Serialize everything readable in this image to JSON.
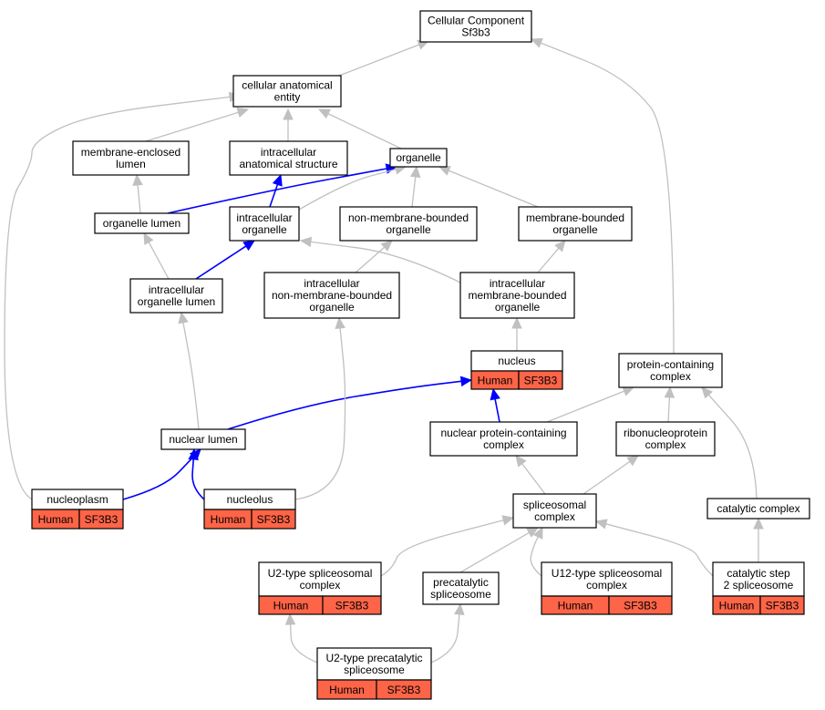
{
  "colors": {
    "is_a_edge": "#c0c0c0",
    "part_of_edge": "#0000ff",
    "annotation_fill": "#fe6447",
    "node_fill": "#ffffff",
    "node_stroke": "#000000"
  },
  "nodes": {
    "cellular_component": {
      "lines": [
        "Cellular Component",
        "Sf3b3"
      ]
    },
    "cellular_anatomical_entity": {
      "lines": [
        "cellular anatomical",
        "entity"
      ]
    },
    "membrane_enclosed_lumen": {
      "lines": [
        "membrane-enclosed",
        "lumen"
      ]
    },
    "intracellular_anatomical_structure": {
      "lines": [
        "intracellular",
        "anatomical structure"
      ]
    },
    "organelle": {
      "lines": [
        "organelle"
      ]
    },
    "organelle_lumen": {
      "lines": [
        "organelle lumen"
      ]
    },
    "intracellular_organelle": {
      "lines": [
        "intracellular",
        "organelle"
      ]
    },
    "non_membrane_bounded_organelle": {
      "lines": [
        "non-membrane-bounded",
        "organelle"
      ]
    },
    "membrane_bounded_organelle": {
      "lines": [
        "membrane-bounded",
        "organelle"
      ]
    },
    "intracellular_organelle_lumen": {
      "lines": [
        "intracellular",
        "organelle lumen"
      ]
    },
    "intracellular_non_membrane_bounded_organelle": {
      "lines": [
        "intracellular",
        "non-membrane-bounded",
        "organelle"
      ]
    },
    "intracellular_membrane_bounded_organelle": {
      "lines": [
        "intracellular",
        "membrane-bounded",
        "organelle"
      ]
    },
    "nucleus": {
      "lines": [
        "nucleus"
      ],
      "annotation": [
        "Human",
        "SF3B3"
      ]
    },
    "protein_containing_complex": {
      "lines": [
        "protein-containing",
        "complex"
      ]
    },
    "nuclear_lumen": {
      "lines": [
        "nuclear lumen"
      ]
    },
    "nuclear_protein_containing_complex": {
      "lines": [
        "nuclear protein-containing",
        "complex"
      ]
    },
    "ribonucleoprotein_complex": {
      "lines": [
        "ribonucleoprotein",
        "complex"
      ]
    },
    "nucleoplasm": {
      "lines": [
        "nucleoplasm"
      ],
      "annotation": [
        "Human",
        "SF3B3"
      ]
    },
    "nucleolus": {
      "lines": [
        "nucleolus"
      ],
      "annotation": [
        "Human",
        "SF3B3"
      ]
    },
    "spliceosomal_complex": {
      "lines": [
        "spliceosomal",
        "complex"
      ]
    },
    "catalytic_complex": {
      "lines": [
        "catalytic complex"
      ]
    },
    "u2_type_spliceosomal_complex": {
      "lines": [
        "U2-type spliceosomal",
        "complex"
      ],
      "annotation": [
        "Human",
        "SF3B3"
      ]
    },
    "precatalytic_spliceosome": {
      "lines": [
        "precatalytic",
        "spliceosome"
      ]
    },
    "u12_type_spliceosomal_complex": {
      "lines": [
        "U12-type spliceosomal",
        "complex"
      ],
      "annotation": [
        "Human",
        "SF3B3"
      ]
    },
    "catalytic_step_2_spliceosome": {
      "lines": [
        "catalytic step",
        "2 spliceosome"
      ],
      "annotation": [
        "Human",
        "SF3B3"
      ]
    },
    "u2_type_precatalytic_spliceosome": {
      "lines": [
        "U2-type precatalytic",
        "spliceosome"
      ],
      "annotation": [
        "Human",
        "SF3B3"
      ]
    }
  },
  "edges": [
    {
      "from": "cellular_anatomical_entity",
      "to": "cellular_component",
      "type": "is_a"
    },
    {
      "from": "protein_containing_complex",
      "to": "cellular_component",
      "type": "is_a"
    },
    {
      "from": "membrane_enclosed_lumen",
      "to": "cellular_anatomical_entity",
      "type": "is_a"
    },
    {
      "from": "intracellular_anatomical_structure",
      "to": "cellular_anatomical_entity",
      "type": "is_a"
    },
    {
      "from": "organelle",
      "to": "cellular_anatomical_entity",
      "type": "is_a"
    },
    {
      "from": "nucleoplasm",
      "to": "cellular_anatomical_entity",
      "type": "is_a"
    },
    {
      "from": "organelle_lumen",
      "to": "membrane_enclosed_lumen",
      "type": "is_a"
    },
    {
      "from": "organelle_lumen",
      "to": "organelle",
      "type": "part_of"
    },
    {
      "from": "intracellular_organelle",
      "to": "intracellular_anatomical_structure",
      "type": "part_of"
    },
    {
      "from": "intracellular_organelle",
      "to": "organelle",
      "type": "is_a"
    },
    {
      "from": "non_membrane_bounded_organelle",
      "to": "organelle",
      "type": "is_a"
    },
    {
      "from": "membrane_bounded_organelle",
      "to": "organelle",
      "type": "is_a"
    },
    {
      "from": "intracellular_organelle_lumen",
      "to": "organelle_lumen",
      "type": "is_a"
    },
    {
      "from": "intracellular_organelle_lumen",
      "to": "intracellular_organelle",
      "type": "part_of"
    },
    {
      "from": "intracellular_non_membrane_bounded_organelle",
      "to": "non_membrane_bounded_organelle",
      "type": "is_a"
    },
    {
      "from": "intracellular_membrane_bounded_organelle",
      "to": "intracellular_organelle",
      "type": "is_a"
    },
    {
      "from": "intracellular_membrane_bounded_organelle",
      "to": "membrane_bounded_organelle",
      "type": "is_a"
    },
    {
      "from": "nucleus",
      "to": "intracellular_membrane_bounded_organelle",
      "type": "is_a"
    },
    {
      "from": "nuclear_lumen",
      "to": "intracellular_organelle_lumen",
      "type": "is_a"
    },
    {
      "from": "nuclear_lumen",
      "to": "nucleus",
      "type": "part_of"
    },
    {
      "from": "nuclear_protein_containing_complex",
      "to": "nucleus",
      "type": "part_of"
    },
    {
      "from": "nuclear_protein_containing_complex",
      "to": "protein_containing_complex",
      "type": "is_a"
    },
    {
      "from": "ribonucleoprotein_complex",
      "to": "protein_containing_complex",
      "type": "is_a"
    },
    {
      "from": "catalytic_complex",
      "to": "protein_containing_complex",
      "type": "is_a"
    },
    {
      "from": "nucleoplasm",
      "to": "nuclear_lumen",
      "type": "part_of"
    },
    {
      "from": "nucleolus",
      "to": "nuclear_lumen",
      "type": "part_of"
    },
    {
      "from": "nucleolus",
      "to": "intracellular_non_membrane_bounded_organelle",
      "type": "is_a"
    },
    {
      "from": "spliceosomal_complex",
      "to": "nuclear_protein_containing_complex",
      "type": "is_a"
    },
    {
      "from": "spliceosomal_complex",
      "to": "ribonucleoprotein_complex",
      "type": "is_a"
    },
    {
      "from": "u2_type_spliceosomal_complex",
      "to": "spliceosomal_complex",
      "type": "is_a"
    },
    {
      "from": "precatalytic_spliceosome",
      "to": "spliceosomal_complex",
      "type": "is_a"
    },
    {
      "from": "u12_type_spliceosomal_complex",
      "to": "spliceosomal_complex",
      "type": "is_a"
    },
    {
      "from": "catalytic_step_2_spliceosome",
      "to": "spliceosomal_complex",
      "type": "is_a"
    },
    {
      "from": "catalytic_step_2_spliceosome",
      "to": "catalytic_complex",
      "type": "is_a"
    },
    {
      "from": "u2_type_precatalytic_spliceosome",
      "to": "u2_type_spliceosomal_complex",
      "type": "is_a"
    },
    {
      "from": "u2_type_precatalytic_spliceosome",
      "to": "precatalytic_spliceosome",
      "type": "is_a"
    }
  ]
}
